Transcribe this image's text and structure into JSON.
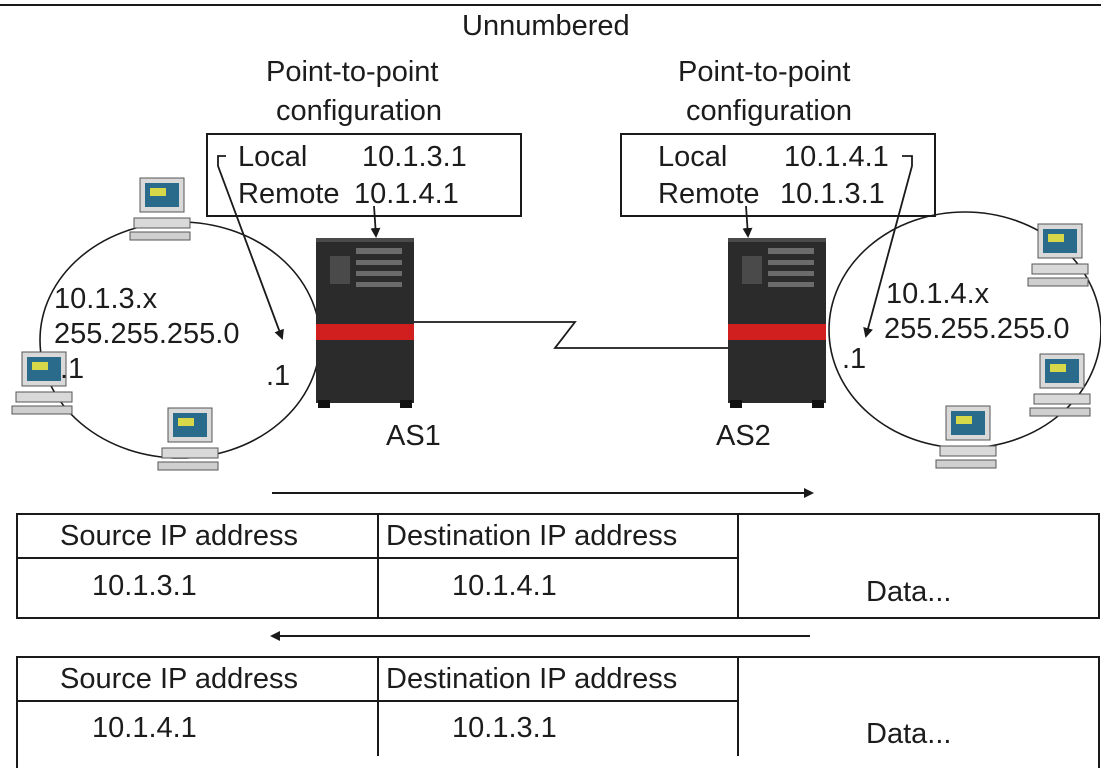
{
  "title": "Unnumbered",
  "left_config": {
    "heading_line1": "Point-to-point",
    "heading_line2": "configuration",
    "local_label": "Local",
    "local_value": "10.1.3.1",
    "remote_label": "Remote",
    "remote_value": "10.1.4.1"
  },
  "right_config": {
    "heading_line1": "Point-to-point",
    "heading_line2": "configuration",
    "local_label": "Local",
    "local_value": "10.1.4.1",
    "remote_label": "Remote",
    "remote_value": "10.1.3.1"
  },
  "left_network": {
    "subnet": "10.1.3.x",
    "mask": "255.255.255.0",
    "host_label": ".1",
    "router_label": ".1"
  },
  "right_network": {
    "subnet": "10.1.4.x",
    "mask": "255.255.255.0",
    "router_label": ".1"
  },
  "systems": {
    "left": "AS1",
    "right": "AS2"
  },
  "packets": [
    {
      "direction": "left-to-right",
      "headers": [
        "Source IP address",
        "Destination IP address"
      ],
      "source": "10.1.3.1",
      "destination": "10.1.4.1",
      "data": "Data..."
    },
    {
      "direction": "right-to-left",
      "headers": [
        "Source IP address",
        "Destination IP address"
      ],
      "source": "10.1.4.1",
      "destination": "10.1.3.1",
      "data": "Data..."
    }
  ],
  "colors": {
    "line": "#1a1a1a",
    "server_body": "#2b2b2b",
    "server_band": "#d11f1f",
    "monitor_screen": "#2a6a8a"
  },
  "icons": [
    "workstation-icon",
    "server-icon"
  ]
}
